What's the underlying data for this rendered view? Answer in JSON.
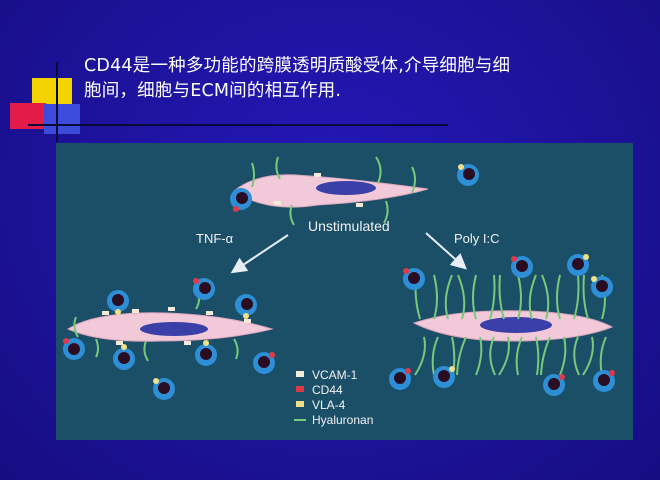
{
  "slide": {
    "title_line1": "CD44是一种多功能的跨膜透明质酸受体,介导细胞与细",
    "title_line2": "胞间，细胞与ECM间的相互作用."
  },
  "figure": {
    "label_unstimulated": "Unstimulated",
    "label_tnf": "TNF-α",
    "label_polyic": "Poly I:C",
    "legend": [
      {
        "label": "VCAM-1",
        "color": "#f4ead8"
      },
      {
        "label": "CD44",
        "color": "#e03a4a"
      },
      {
        "label": "VLA-4",
        "color": "#f0e08a"
      },
      {
        "label": "Hyaluronan",
        "color": "#79c97a"
      }
    ]
  },
  "colors": {
    "background": "#1d13a0",
    "figure_bg": "#1a4f67",
    "cell_body": "#f1c9d8",
    "nucleus": "#3b3fa8",
    "hyaluronan": "#79c97a",
    "leukocyte_outer": "#2e8fd6",
    "leukocyte_core": "#2a0d22"
  }
}
